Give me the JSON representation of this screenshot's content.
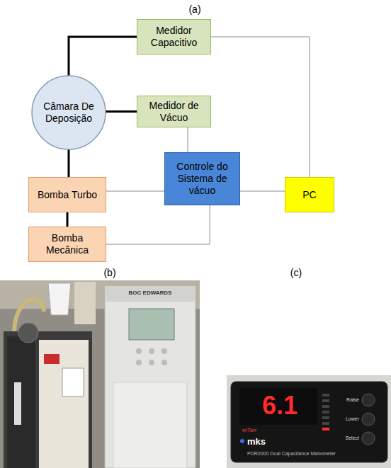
{
  "diagram": {
    "nodes": [
      {
        "text": [
          "Medidor Capacitivo"
        ]
      },
      {
        "text": [
          "Câmara De Deposição"
        ]
      },
      {
        "text": [
          "Medidor de Vácuo"
        ]
      },
      {
        "text": [
          "Bomba Turbo"
        ]
      },
      {
        "text": [
          "Controle do Sistema de vácuo"
        ]
      },
      {
        "text": [
          "PC"
        ]
      },
      {
        "text": [
          "Bomba Mecânica"
        ]
      }
    ],
    "edges": [
      {
        "from": 1,
        "to": 0,
        "arrow": "none"
      },
      {
        "from": 1,
        "to": 2,
        "arrow": "none"
      },
      {
        "from": 1,
        "to": 3,
        "arrow": "none"
      },
      {
        "from": 3,
        "to": 6,
        "arrow": "none"
      },
      {
        "from": 0,
        "to": 5,
        "arrow": "none"
      },
      {
        "from": 2,
        "to": 4,
        "arrow": "none"
      },
      {
        "from": 4,
        "to": 3,
        "arrow": "none"
      },
      {
        "from": 4,
        "to": 6,
        "arrow": "none"
      },
      {
        "from": 4,
        "to": 5,
        "arrow": "none"
      }
    ],
    "labels": [
      "(a)",
      "(b)",
      "(c)",
      "BOC EDWARDS",
      "6.1",
      "mTorr",
      "mks",
      "PDR2000 Dual Capacitance Manometer",
      "Raise",
      "Lower",
      "Select"
    ]
  }
}
